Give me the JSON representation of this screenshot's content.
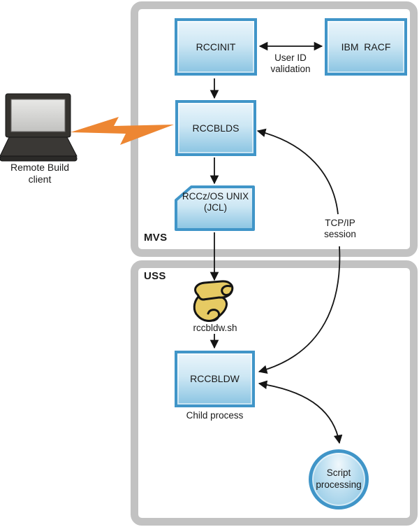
{
  "client": {
    "label": "Remote Build client"
  },
  "mvs": {
    "label": "MVS",
    "rccinit": "RCCINIT",
    "racf": "IBM  RACF",
    "rccblds": "RCCBLDS",
    "jcl": "RCCz/OS UNIX (JCL)",
    "user_id_validation": "User ID validation"
  },
  "uss": {
    "label": "USS",
    "script_file": "rccbldw.sh",
    "rccbldw": "RCCBLDW",
    "child_process": "Child process",
    "script_processing": "Script processing"
  },
  "links": {
    "tcpip": "TCP/IP session"
  },
  "colors": {
    "node_border": "#4095c8",
    "node_fill_top": "#eaf5fb",
    "node_fill_bottom": "#8ac4e2",
    "container_border": "#c2c2c2",
    "lightning": "#ed8632",
    "scroll_fill": "#e6ca63",
    "arrow": "#141414"
  }
}
